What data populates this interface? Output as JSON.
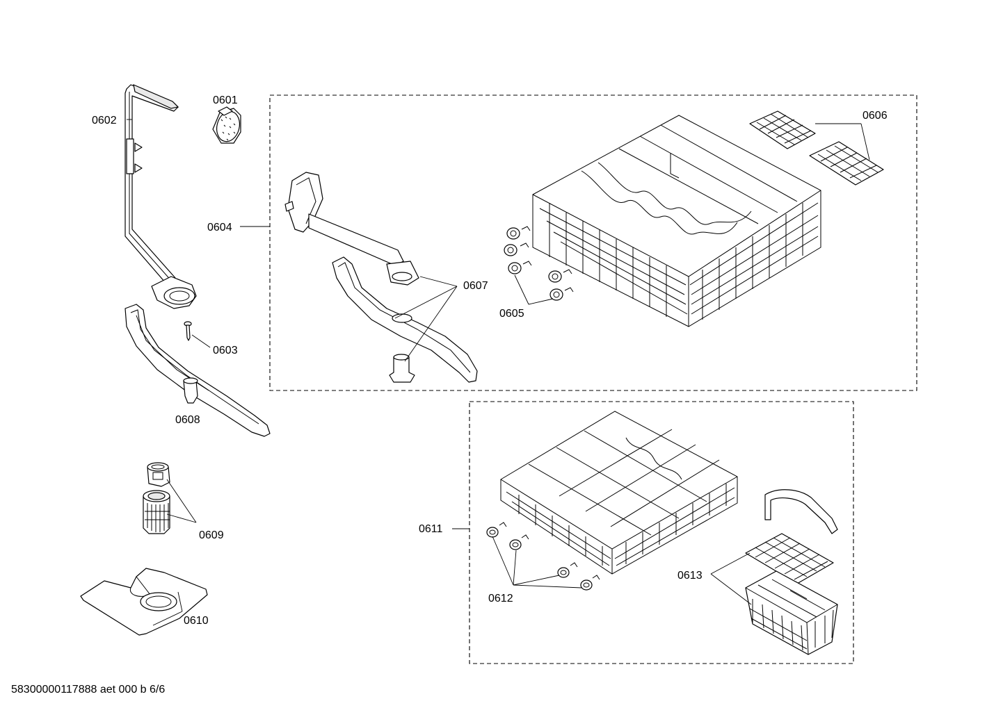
{
  "callouts": {
    "p0601": "0601",
    "p0602": "0602",
    "p0603": "0603",
    "p0604": "0604",
    "p0605": "0605",
    "p0606": "0606",
    "p0607": "0607",
    "p0608": "0608",
    "p0609": "0609",
    "p0610": "0610",
    "p0611": "0611",
    "p0612": "0612",
    "p0613": "0613"
  },
  "footer": "58300000117888 aet 000 b 6/6"
}
